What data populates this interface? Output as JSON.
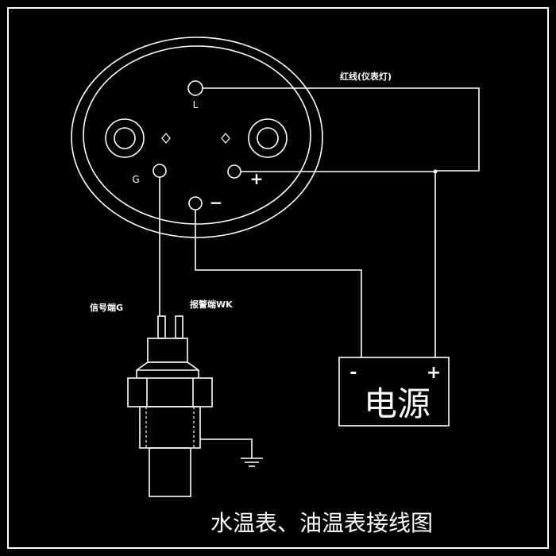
{
  "diagram": {
    "title": "水温表、油温表接线图",
    "gauge": {
      "terminals": {
        "lamp": "L",
        "signal": "G",
        "positive": "+",
        "negative": "−"
      }
    },
    "wire_labels": {
      "red_wire": "红线(仪表灯)",
      "signal_terminal": "信号端G",
      "alarm_terminal": "报警端WK"
    },
    "power_supply": {
      "label": "电源",
      "negative": "-",
      "positive": "+"
    }
  },
  "colors": {
    "background": "#000000",
    "line": "#ffffff"
  }
}
